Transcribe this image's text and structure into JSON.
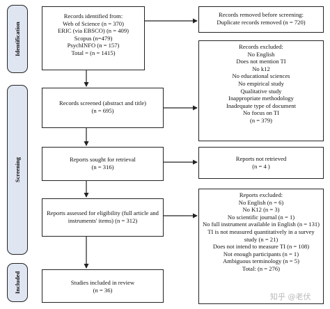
{
  "stages": [
    {
      "id": "identification",
      "label": "Identification"
    },
    {
      "id": "screening",
      "label": "Screening"
    },
    {
      "id": "included",
      "label": "Included"
    }
  ],
  "boxes": {
    "records_identified": {
      "lines": [
        "Records identified from:",
        "Web of Science (n = 370)",
        "ERIC (via EBSCO) (n = 409)",
        "Scopus (n=479)",
        "PsychINFO (n = 157)",
        "Total = (n = 1415)"
      ]
    },
    "records_removed": {
      "lines": [
        "Records removed before screening:",
        "Duplicate records removed (n = 720)"
      ]
    },
    "records_screened": {
      "lines": [
        "Records screened (abstract and title)",
        "(n = 695)"
      ]
    },
    "records_excluded": {
      "lines": [
        "Records excluded:",
        "No English",
        "Does not mention TI",
        "No k12",
        "No educational sciences",
        "No empirical study",
        "Qualitative study",
        "Inappropriate methodology",
        "Inadequate type of document",
        "No focus on TI",
        "(n = 379)"
      ]
    },
    "reports_sought": {
      "lines": [
        "Reports sought for retrieval",
        "(n = 316)"
      ]
    },
    "reports_not_retrieved": {
      "lines": [
        "Reports not retrieved",
        "(n = 4 )"
      ]
    },
    "reports_assessed": {
      "lines": [
        "Reports assessed for eligibility (full article and instruments' items) (n = 312)"
      ]
    },
    "reports_excluded": {
      "lines": [
        "Reports excluded:",
        "No English (n = 6)",
        "No K12 (n = 3)",
        "No scientific journal (n = 1)",
        "No full instrument available in English (n = 131)",
        "TI is not measured quantitatively in a survey study (n = 21)",
        "Does not intend to measure TI (n = 108)",
        "Not enough participants (n = 1)",
        "Ambiguous terminology (n = 5)",
        "Total: (n = 276)"
      ]
    },
    "studies_included": {
      "lines": [
        "Studies included in review",
        "(n = 36)"
      ]
    }
  },
  "watermark": "知乎 @老伏"
}
